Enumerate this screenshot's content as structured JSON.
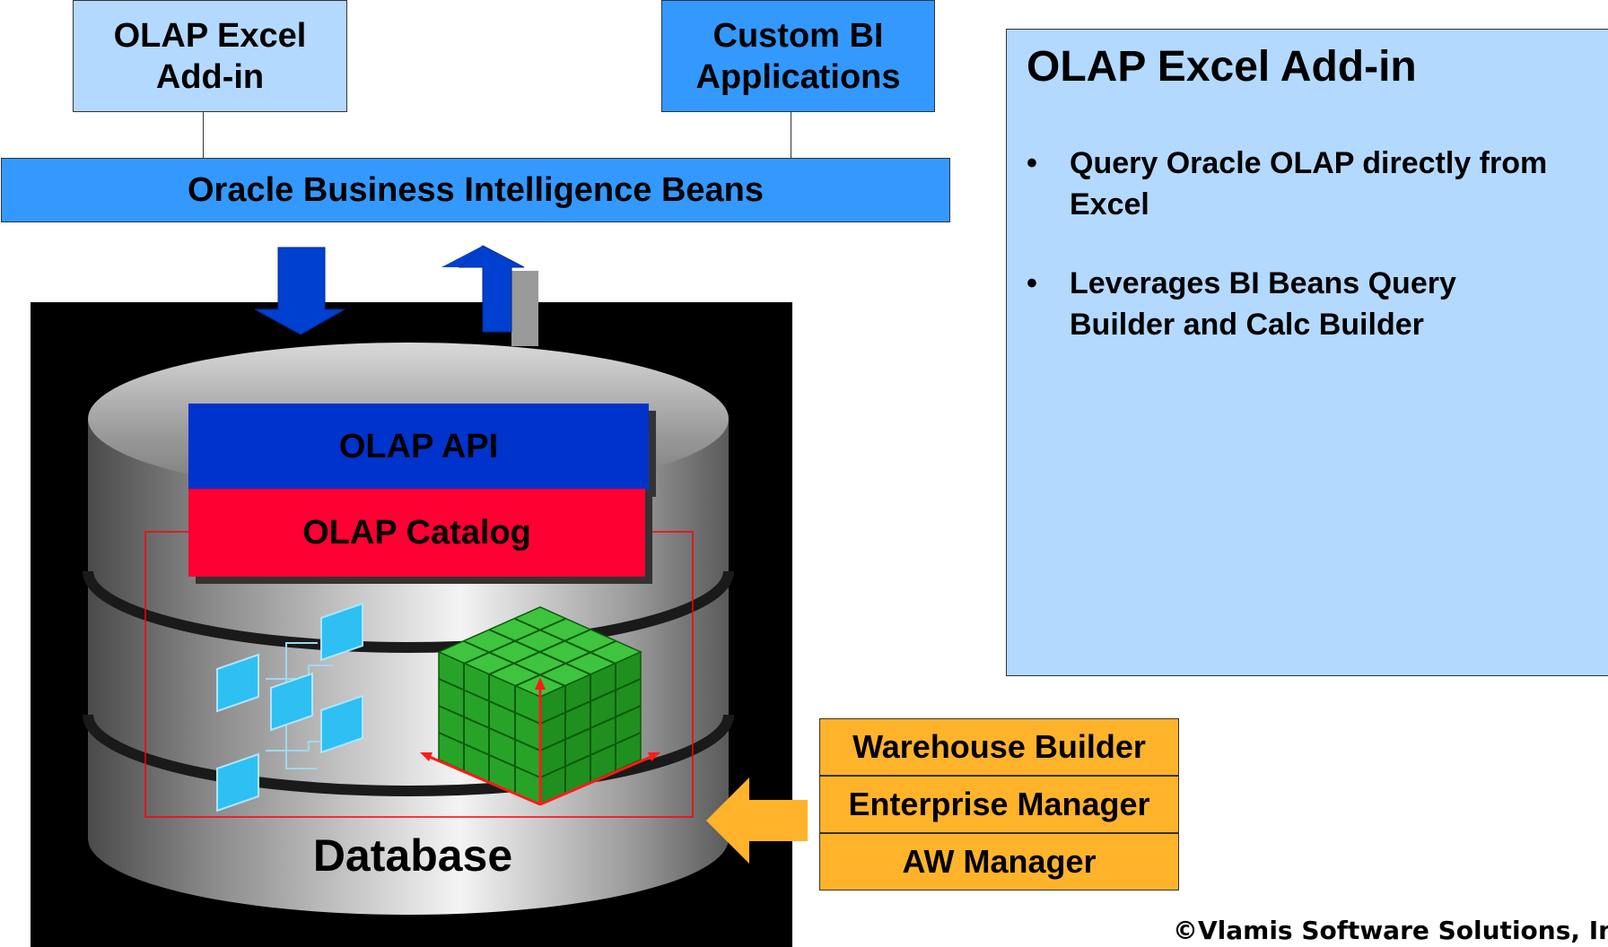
{
  "top_apps": {
    "excel_addin": "OLAP Excel Add-in",
    "custom_bi": "Custom BI Applications"
  },
  "beans_bar": "Oracle Business Intelligence Beans",
  "database": {
    "olap_api": "OLAP API",
    "olap_catalog": "OLAP Catalog",
    "label": "Database"
  },
  "tools": [
    "Warehouse Builder",
    "Enterprise Manager",
    "AW Manager"
  ],
  "info_panel": {
    "title": "OLAP Excel Add-in",
    "bullets": [
      "Query Oracle OLAP directly from Excel",
      "Leverages BI Beans Query Builder and Calc Builder"
    ]
  },
  "copyright": "©Vlamis Software Solutions, In",
  "colors": {
    "light_blue": "#b3d9ff",
    "bright_blue": "#3399ff",
    "api_blue": "#0033cc",
    "catalog_red": "#ff0033",
    "tool_gold": "#ffb32b",
    "cube_green": "#22aa22"
  },
  "icons": {
    "down_arrow": "down-arrow-icon",
    "up_arrow": "up-arrow-icon",
    "left_arrow": "left-arrow-icon",
    "schema": "schema-icon",
    "cube": "cube-icon"
  }
}
